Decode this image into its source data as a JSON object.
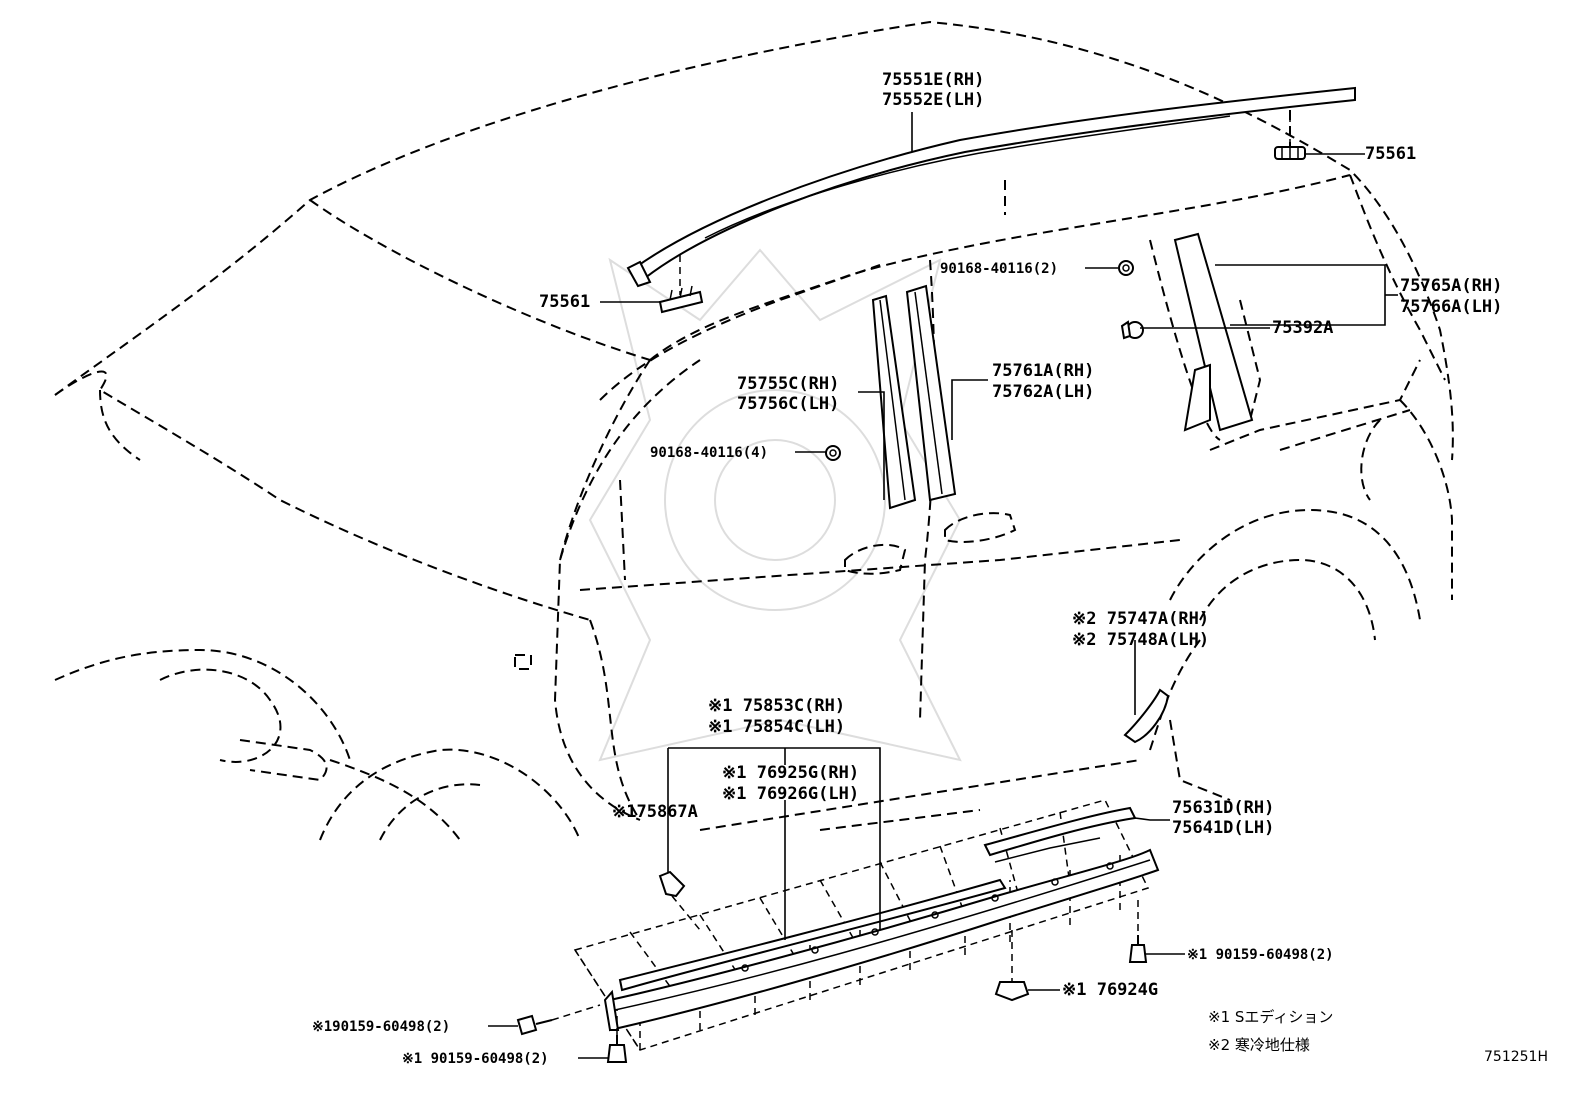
{
  "labels": {
    "roof_rack_rh": "75551E(RH)",
    "roof_rack_lh": "75552E(LH)",
    "clip_rear": "75561",
    "clip_front": "75561",
    "screw_upper": "90168-40116(2)",
    "rear_pillar_rh": "75765A(RH)",
    "rear_pillar_lh": "75766A(LH)",
    "clip_75392a": "75392A",
    "center_pillar_front_rh": "75755C(RH)",
    "center_pillar_front_lh": "75756C(LH)",
    "center_pillar_rear_rh": "75761A(RH)",
    "center_pillar_rear_lh": "75762A(LH)",
    "screw_lower": "90168-40116(4)",
    "mudguard_rh": "※2 75747A(RH)",
    "mudguard_lh": "※2 75748A(LH)",
    "rocker_cover_rh": "※1 75853C(RH)",
    "rocker_cover_lh": "※1 75854C(LH)",
    "rocker_mold_rh": "※1 76925G(RH)",
    "rocker_mold_lh": "※1 76926G(LH)",
    "clip_75867a": "※175867A",
    "rocker_side_rh": "75631D(RH)",
    "rocker_side_lh": "75641D(LH)",
    "bolt_right": "※1 90159-60498(2)",
    "nut_76924g": "※1 76924G",
    "bolt_left": "※190159-60498(2)",
    "bolt_bottom": "※1 90159-60498(2)"
  },
  "notes": {
    "note1": "※1 Sエディション",
    "note2": "※2 寒冷地仕様"
  },
  "diagram_code": "751251H"
}
